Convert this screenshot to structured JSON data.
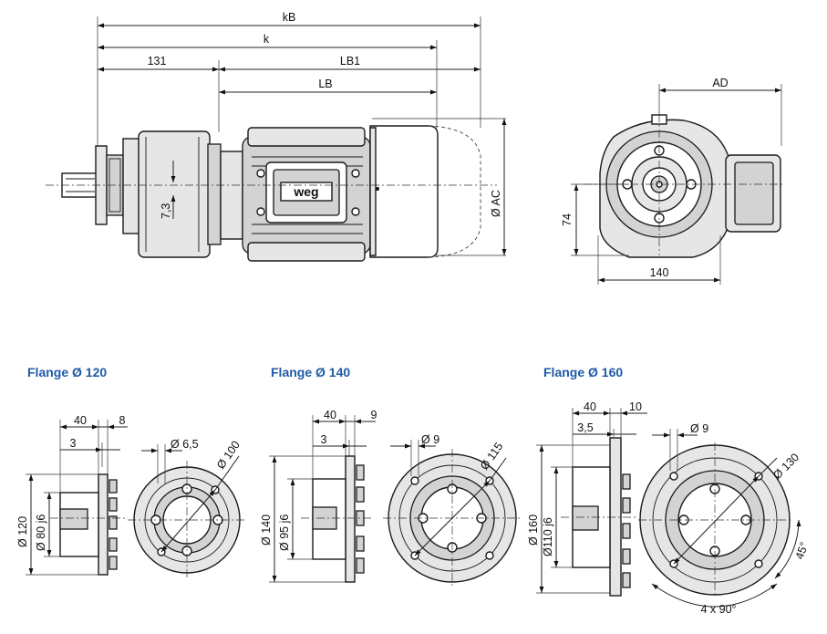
{
  "side_view": {
    "dims": {
      "kB": "kB",
      "k": "k",
      "d131": "131",
      "LB1": "LB1",
      "LB": "LB",
      "d7_3": "7,3",
      "AC": "Ø AC"
    },
    "logo_text": "weg"
  },
  "end_view": {
    "dims": {
      "AD": "AD",
      "d74": "74",
      "d140": "140"
    }
  },
  "flanges": [
    {
      "title": "Flange Ø 120",
      "d1": "40",
      "d2": "8",
      "d3": "3",
      "hole": "Ø 6,5",
      "pcd": "Ø 100",
      "outer": "Ø 120",
      "spigot": "Ø 80 j6"
    },
    {
      "title": "Flange Ø 140",
      "d1": "40",
      "d2": "9",
      "d3": "3",
      "hole": "Ø 9",
      "pcd": "Ø 115",
      "outer": "Ø 140",
      "spigot": "Ø 95 j6"
    },
    {
      "title": "Flange Ø 160",
      "d1": "40",
      "d2": "10",
      "d3": "3,5",
      "hole": "Ø 9",
      "pcd": "Ø 130",
      "outer": "Ø 160",
      "spigot": "Ø110 j6",
      "angle": "45°",
      "spacing": "4 x 90°"
    }
  ],
  "colors": {
    "title": "#1f5aa6",
    "line": "#1a1a1a",
    "fill_light": "#e6e6e6",
    "fill_mid": "#d3d3d3"
  }
}
